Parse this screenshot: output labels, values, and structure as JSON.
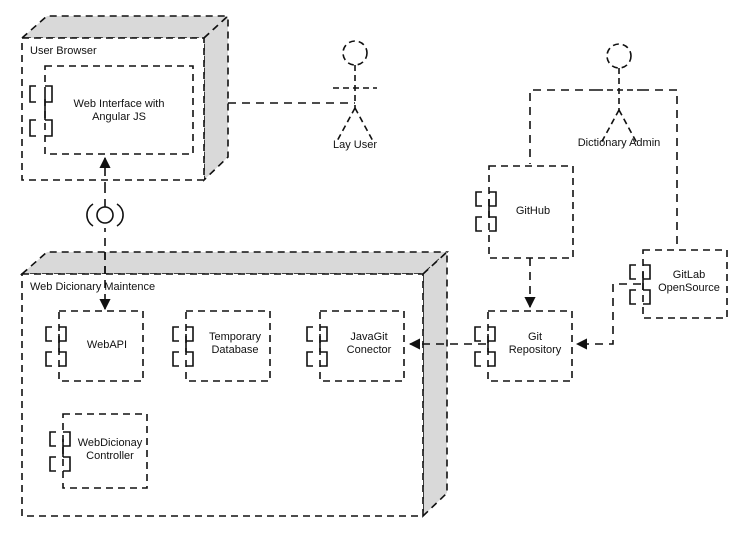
{
  "diagram": {
    "type": "uml-deployment-component-diagram",
    "background": "#ffffff",
    "stroke_color": "#111111",
    "node_fill": "#ffffff",
    "node_side_fill": "#d9d9d9",
    "nodes": [
      {
        "id": "user-browser",
        "label": "User Browser",
        "kind": "node-3d",
        "components": [
          {
            "id": "web-interface-angular",
            "label": "Web Interface with\nAngular JS"
          }
        ]
      },
      {
        "id": "web-dictionary-maintence",
        "label": "Web Dicionary Maintence",
        "kind": "node-3d",
        "components": [
          {
            "id": "webapi",
            "label": "WebAPI"
          },
          {
            "id": "temporary-database",
            "label": "Temporary\nDatabase"
          },
          {
            "id": "javagit-conector",
            "label": "JavaGit\nConector"
          },
          {
            "id": "webdicionay-controller",
            "label": "WebDicionay\nController"
          }
        ]
      }
    ],
    "components": [
      {
        "id": "github",
        "label": "GitHub"
      },
      {
        "id": "git-repository",
        "label": "Git\nRepository"
      },
      {
        "id": "gitlab-opensource",
        "label": "GitLab\nOpenSource"
      }
    ],
    "actors": [
      {
        "id": "lay-user",
        "label": "Lay User"
      },
      {
        "id": "dictionary-admin",
        "label": "Dictionary Admin"
      }
    ],
    "connectors": [
      {
        "id": "browser-to-lay-user",
        "from": "user-browser",
        "to": "lay-user",
        "style": "dashed"
      },
      {
        "id": "browser-to-maintence",
        "from": "web-dictionary-maintence",
        "to": "user-browser",
        "style": "dashed-arrow",
        "interface": "ball-and-socket"
      },
      {
        "id": "admin-to-github",
        "from": "dictionary-admin",
        "to": "github",
        "style": "dashed"
      },
      {
        "id": "admin-to-gitlab",
        "from": "dictionary-admin",
        "to": "gitlab-opensource",
        "style": "dashed"
      },
      {
        "id": "github-to-git-repository",
        "from": "github",
        "to": "git-repository",
        "style": "dashed-arrow"
      },
      {
        "id": "gitlab-to-git-repository",
        "from": "gitlab-opensource",
        "to": "git-repository",
        "style": "dashed-arrow"
      },
      {
        "id": "git-repository-to-javagit",
        "from": "git-repository",
        "to": "javagit-conector",
        "style": "dashed-arrow"
      }
    ]
  },
  "labels": {
    "user_browser": "User Browser",
    "web_interface_line1": "Web Interface with",
    "web_interface_line2": "Angular JS",
    "lay_user": "Lay User",
    "dictionary_admin": "Dictionary Admin",
    "github": "GitHub",
    "gitlab_line1": "GitLab",
    "gitlab_line2": "OpenSource",
    "git_repo_line1": "Git",
    "git_repo_line2": "Repository",
    "web_dictionary_maintence": "Web Dicionary Maintence",
    "webapi": "WebAPI",
    "temp_db_line1": "Temporary",
    "temp_db_line2": "Database",
    "javagit_line1": "JavaGit",
    "javagit_line2": "Conector",
    "webdicionay_line1": "WebDicionay",
    "webdicionay_line2": "Controller"
  }
}
